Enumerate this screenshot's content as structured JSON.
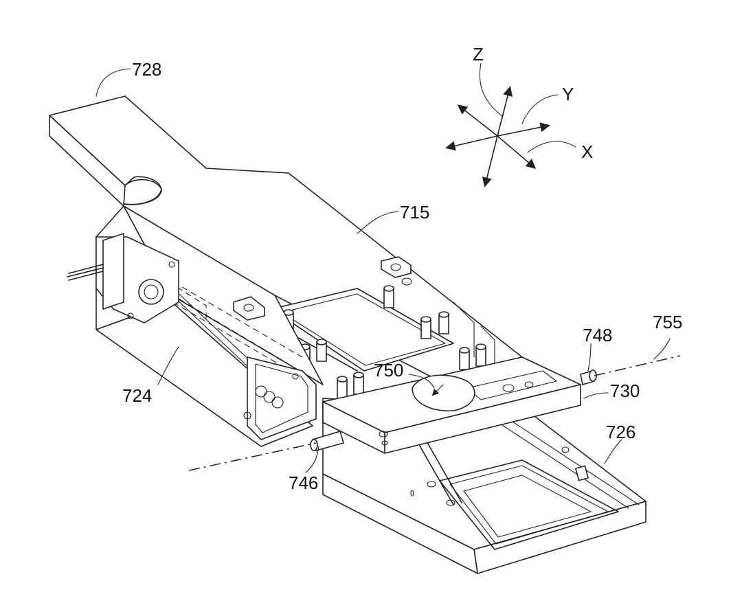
{
  "figure": {
    "labels": {
      "l728": "728",
      "l715": "715",
      "l724": "724",
      "l746": "746",
      "l748": "748",
      "l750": "750",
      "l730": "730",
      "l726": "726",
      "l755": "755"
    },
    "axes": {
      "x": "X",
      "y": "Y",
      "z": "Z"
    }
  }
}
